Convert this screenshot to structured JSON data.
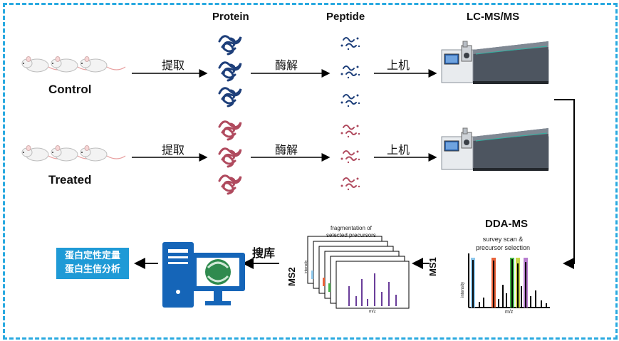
{
  "headers": {
    "protein": "Protein",
    "peptide": "Peptide",
    "lcms": "LC-MS/MS"
  },
  "groups": {
    "control": "Control",
    "treated": "Treated"
  },
  "steps": {
    "extract": "提取",
    "digest": "酶解",
    "load": "上机",
    "search": "搜库"
  },
  "dda": {
    "title": "DDA-MS",
    "subtitle": "survey scan &\nprecursor selection",
    "ms1": "MS1",
    "ms2": "MS2",
    "frag": "fragmentation of\nselected precursors",
    "axis_y": "intensity",
    "axis_x": "m/z"
  },
  "result": {
    "line1": "蛋白定性定量",
    "line2": "蛋白生信分析"
  },
  "colors": {
    "border": "#29a9e0",
    "protein_control": "#1e3f7a",
    "protein_treated": "#b04a5e",
    "result_bg": "#1f9ad6",
    "ms_purple": "#6a3d9a"
  }
}
